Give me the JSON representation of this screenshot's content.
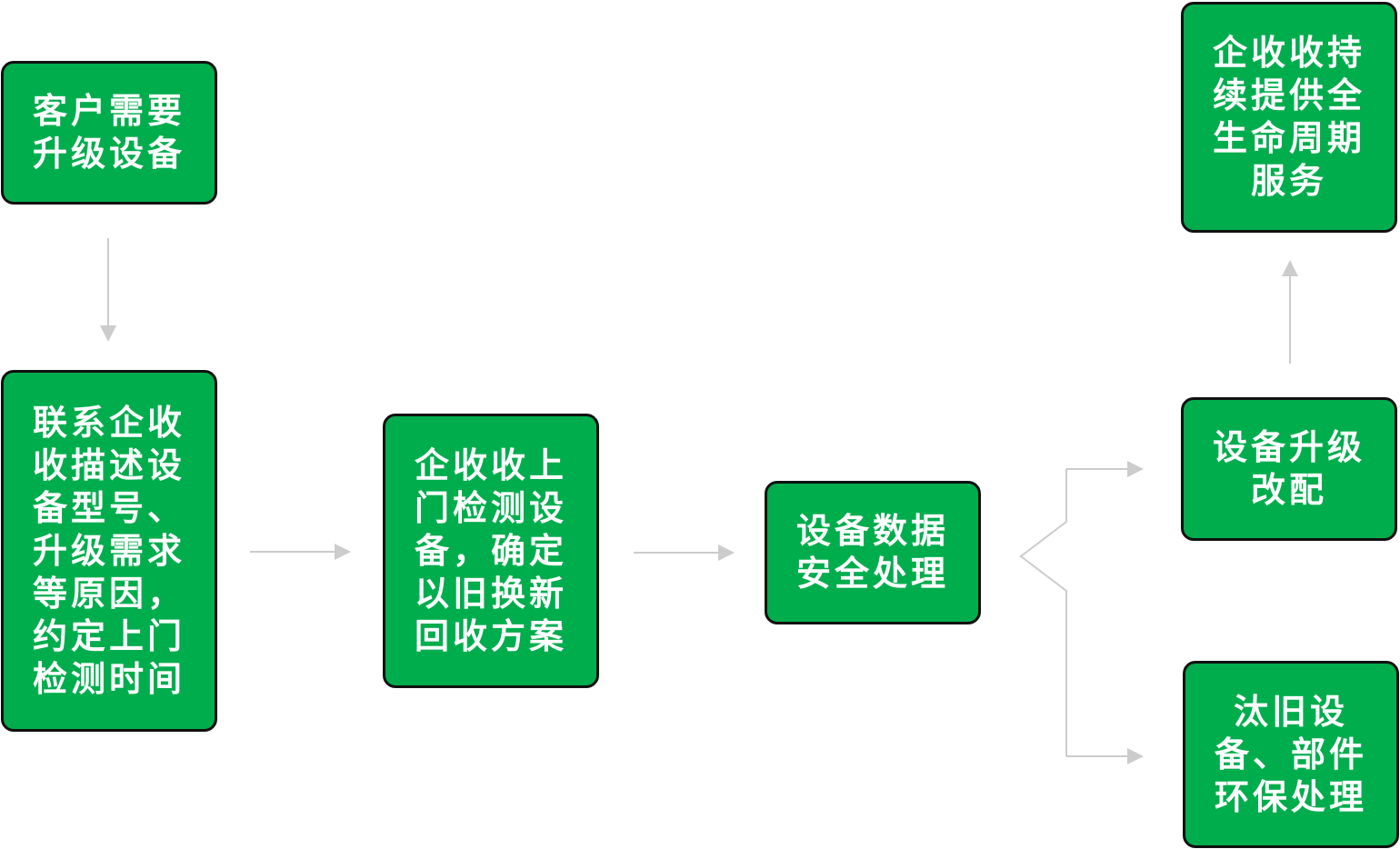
{
  "diagram": {
    "nodes": [
      {
        "id": "customer-needs-upgrade",
        "label": "客户需要\n升级设备"
      },
      {
        "id": "contact-company",
        "label": "联系企收\n收描述设\n备型号、\n升级需求\n等原因，\n约定上门\n检测时间"
      },
      {
        "id": "onsite-inspection",
        "label": "企收收上\n门检测设\n备，确定\n以旧换新\n回收方案"
      },
      {
        "id": "data-security",
        "label": "设备数据\n安全处理"
      },
      {
        "id": "upgrade-refit",
        "label": "设备升级\n改配"
      },
      {
        "id": "eliminate-old",
        "label": "汰旧设\n备、部件\n环保处理"
      },
      {
        "id": "lifecycle-service",
        "label": "企收收持\n续提供全\n生命周期\n服务"
      }
    ]
  },
  "colors": {
    "node_fill": "#00ad4d",
    "node_border": "#111111",
    "node_text": "#ffffff",
    "connector": "#cccccc"
  }
}
